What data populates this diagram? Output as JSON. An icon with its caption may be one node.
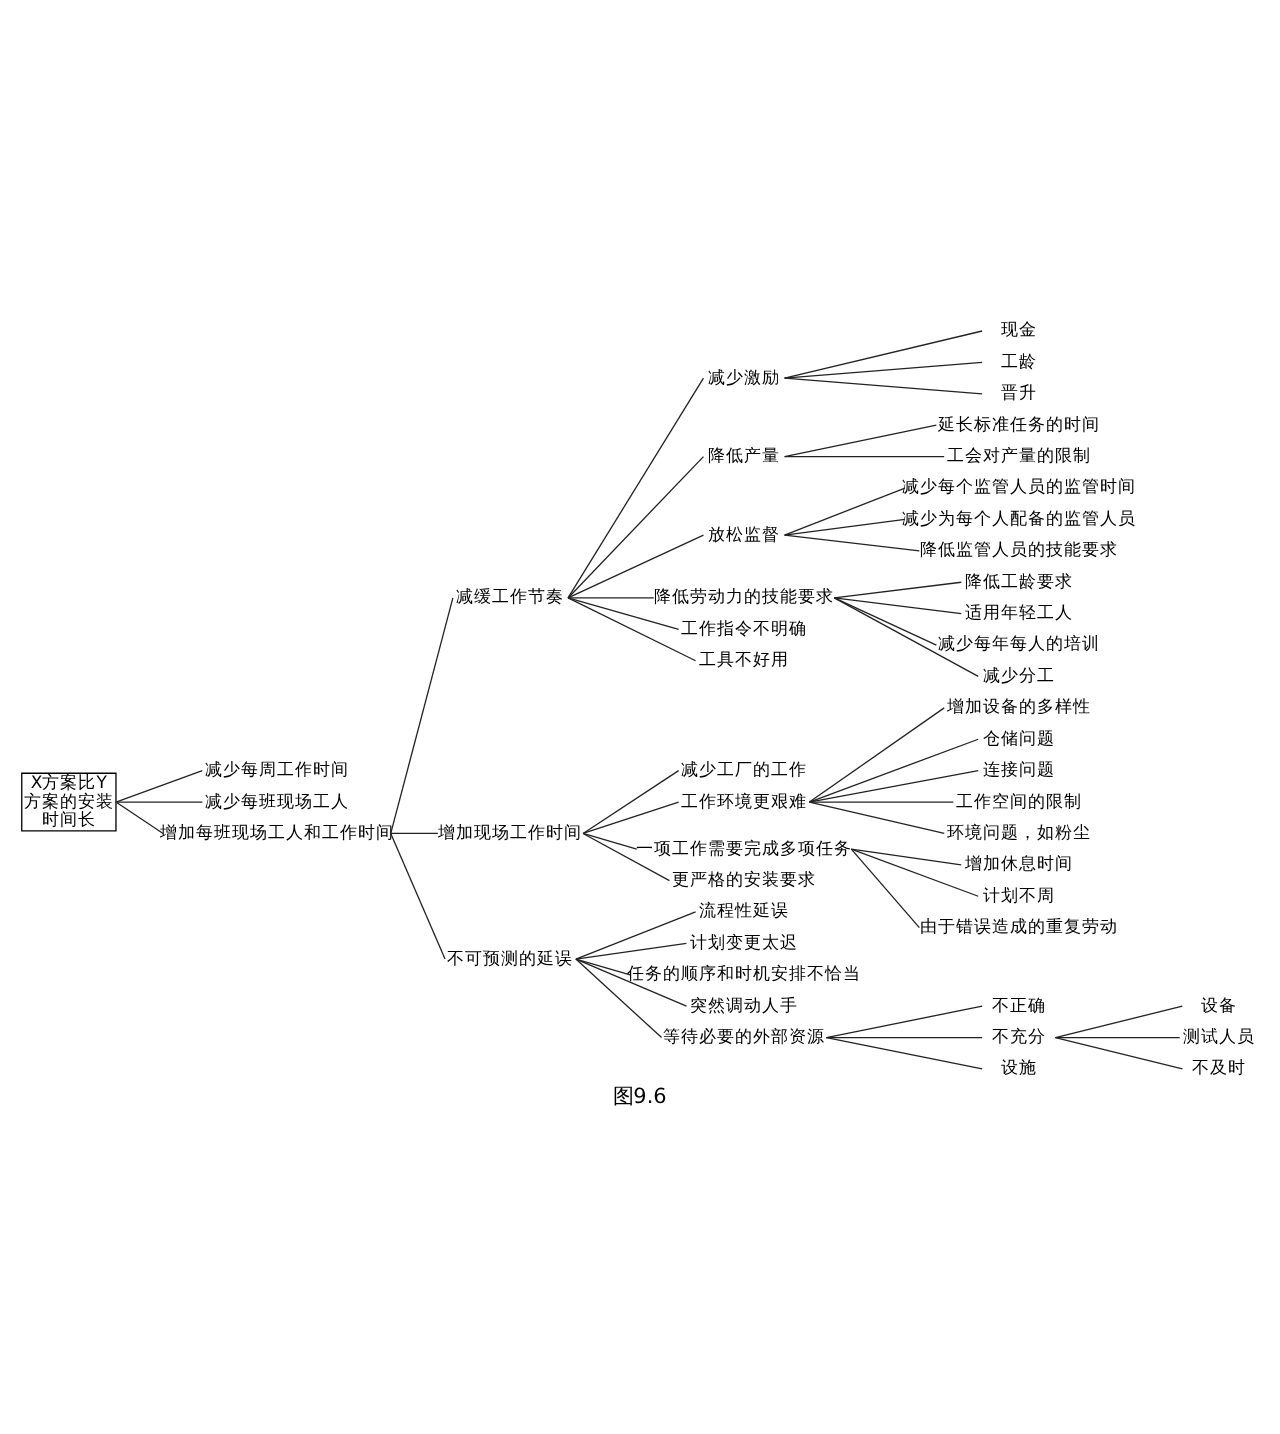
{
  "diagram": {
    "caption": "图9.6",
    "nodes": [
      {
        "text": [
          "X方案比Y方案的安装时间长"
        ]
      },
      {
        "text": [
          "减少每周工作时间"
        ]
      },
      {
        "text": [
          "减少每班现场工人"
        ]
      },
      {
        "text": [
          "增加每班现场工人和工作时间"
        ]
      },
      {
        "text": [
          "减缓工作节奏"
        ]
      },
      {
        "text": [
          "增加现场工作时间"
        ]
      },
      {
        "text": [
          "不可预测的延误"
        ]
      },
      {
        "text": [
          "减少激励"
        ]
      },
      {
        "text": [
          "现金"
        ]
      },
      {
        "text": [
          "工龄"
        ]
      },
      {
        "text": [
          "晋升"
        ]
      },
      {
        "text": [
          "降低产量"
        ]
      },
      {
        "text": [
          "延长标准任务的时间"
        ]
      },
      {
        "text": [
          "工会对产量的限制"
        ]
      },
      {
        "text": [
          "放松监督"
        ]
      },
      {
        "text": [
          "减少每个监管人员的监管时间"
        ]
      },
      {
        "text": [
          "减少为每个人配备的监管人员"
        ]
      },
      {
        "text": [
          "降低监管人员的技能要求"
        ]
      },
      {
        "text": [
          "降低劳动力的技能要求"
        ]
      },
      {
        "text": [
          "降低工龄要求"
        ]
      },
      {
        "text": [
          "适用年轻工人"
        ]
      },
      {
        "text": [
          "减少每年每人的培训"
        ]
      },
      {
        "text": [
          "减少分工"
        ]
      },
      {
        "text": [
          "工作指令不明确"
        ]
      },
      {
        "text": [
          "工具不好用"
        ]
      },
      {
        "text": [
          "减少工厂的工作"
        ]
      },
      {
        "text": [
          "工作环境更艰难"
        ]
      },
      {
        "text": [
          "增加设备的多样性"
        ]
      },
      {
        "text": [
          "仓储问题"
        ]
      },
      {
        "text": [
          "连接问题"
        ]
      },
      {
        "text": [
          "工作空间的限制"
        ]
      },
      {
        "text": [
          "环境问题，如粉尘"
        ]
      },
      {
        "text": [
          "一项工作需要完成多项任务"
        ]
      },
      {
        "text": [
          "增加休息时间"
        ]
      },
      {
        "text": [
          "计划不周"
        ]
      },
      {
        "text": [
          "由于错误造成的重复劳动"
        ]
      },
      {
        "text": [
          "更严格的安装要求"
        ]
      },
      {
        "text": [
          "流程性延误"
        ]
      },
      {
        "text": [
          "计划变更太迟"
        ]
      },
      {
        "text": [
          "任务的顺序和时机安排不恰当"
        ]
      },
      {
        "text": [
          "突然调动人手"
        ]
      },
      {
        "text": [
          "等待必要的外部资源"
        ]
      },
      {
        "text": [
          "不正确"
        ]
      },
      {
        "text": [
          "不充分"
        ]
      },
      {
        "text": [
          "设施"
        ]
      },
      {
        "text": [
          "设备"
        ]
      },
      {
        "text": [
          "测试人员"
        ]
      },
      {
        "text": [
          "不及时"
        ]
      }
    ],
    "edges": [
      {
        "from": 0,
        "to": 1,
        "arrow": "none"
      },
      {
        "from": 0,
        "to": 2,
        "arrow": "none"
      },
      {
        "from": 0,
        "to": 3,
        "arrow": "none"
      },
      {
        "from": 3,
        "to": 4,
        "arrow": "none"
      },
      {
        "from": 3,
        "to": 5,
        "arrow": "none"
      },
      {
        "from": 3,
        "to": 6,
        "arrow": "none"
      },
      {
        "from": 4,
        "to": 7,
        "arrow": "none"
      },
      {
        "from": 7,
        "to": 8,
        "arrow": "none"
      },
      {
        "from": 7,
        "to": 9,
        "arrow": "none"
      },
      {
        "from": 7,
        "to": 10,
        "arrow": "none"
      },
      {
        "from": 4,
        "to": 11,
        "arrow": "none"
      },
      {
        "from": 11,
        "to": 12,
        "arrow": "none"
      },
      {
        "from": 11,
        "to": 13,
        "arrow": "none"
      },
      {
        "from": 4,
        "to": 14,
        "arrow": "none"
      },
      {
        "from": 14,
        "to": 15,
        "arrow": "none"
      },
      {
        "from": 14,
        "to": 16,
        "arrow": "none"
      },
      {
        "from": 14,
        "to": 17,
        "arrow": "none"
      },
      {
        "from": 4,
        "to": 18,
        "arrow": "none"
      },
      {
        "from": 18,
        "to": 19,
        "arrow": "none"
      },
      {
        "from": 18,
        "to": 20,
        "arrow": "none"
      },
      {
        "from": 18,
        "to": 21,
        "arrow": "none"
      },
      {
        "from": 18,
        "to": 22,
        "arrow": "none"
      },
      {
        "from": 4,
        "to": 23,
        "arrow": "none"
      },
      {
        "from": 4,
        "to": 24,
        "arrow": "none"
      },
      {
        "from": 5,
        "to": 25,
        "arrow": "none"
      },
      {
        "from": 5,
        "to": 26,
        "arrow": "none"
      },
      {
        "from": 26,
        "to": 27,
        "arrow": "none"
      },
      {
        "from": 26,
        "to": 28,
        "arrow": "none"
      },
      {
        "from": 26,
        "to": 29,
        "arrow": "none"
      },
      {
        "from": 26,
        "to": 30,
        "arrow": "none"
      },
      {
        "from": 26,
        "to": 31,
        "arrow": "none"
      },
      {
        "from": 5,
        "to": 32,
        "arrow": "none"
      },
      {
        "from": 32,
        "to": 33,
        "arrow": "none"
      },
      {
        "from": 32,
        "to": 34,
        "arrow": "none"
      },
      {
        "from": 32,
        "to": 35,
        "arrow": "none"
      },
      {
        "from": 5,
        "to": 36,
        "arrow": "none"
      },
      {
        "from": 6,
        "to": 37,
        "arrow": "none"
      },
      {
        "from": 6,
        "to": 38,
        "arrow": "none"
      },
      {
        "from": 6,
        "to": 39,
        "arrow": "none"
      },
      {
        "from": 6,
        "to": 40,
        "arrow": "none"
      },
      {
        "from": 6,
        "to": 41,
        "arrow": "none"
      },
      {
        "from": 41,
        "to": 42,
        "arrow": "none"
      },
      {
        "from": 41,
        "to": 43,
        "arrow": "none"
      },
      {
        "from": 41,
        "to": 44,
        "arrow": "none"
      },
      {
        "from": 43,
        "to": 45,
        "arrow": "none"
      },
      {
        "from": 43,
        "to": 46,
        "arrow": "none"
      },
      {
        "from": 43,
        "to": 47,
        "arrow": "none"
      }
    ]
  }
}
